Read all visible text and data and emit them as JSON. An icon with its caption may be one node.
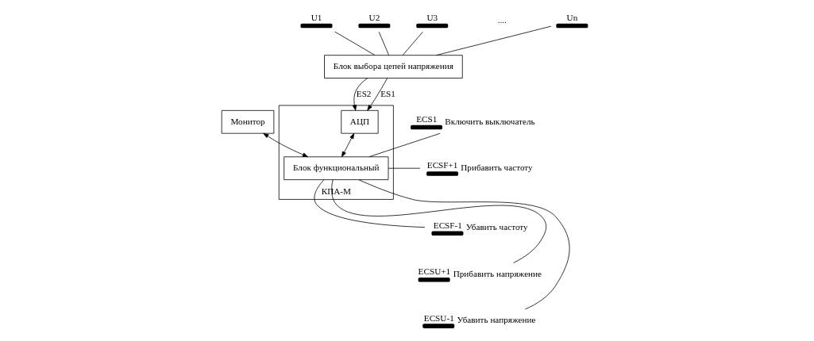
{
  "diagram": {
    "nodes": [
      {
        "text": [
          "U1"
        ]
      },
      {
        "text": [
          "U2"
        ]
      },
      {
        "text": [
          "U3"
        ]
      },
      {
        "text": [
          "Un"
        ]
      },
      {
        "text": [
          "Блок выбора цепей напряжения"
        ]
      },
      {
        "text": [
          "Монитор"
        ]
      },
      {
        "text": [
          "КПА-М"
        ]
      },
      {
        "text": [
          "АЦП"
        ],
        "in": 6
      },
      {
        "text": [
          "Блок функциональный"
        ],
        "in": 6
      },
      {
        "text": [
          "ECS1"
        ],
        "beside": [
          "Включить выключатель"
        ]
      },
      {
        "text": [
          "ECSF+1"
        ],
        "beside": [
          "Прибавить частоту"
        ]
      },
      {
        "text": [
          "ECSF-1"
        ],
        "beside": [
          "Убавить частоту"
        ]
      },
      {
        "text": [
          "ECSU+1"
        ],
        "beside": [
          "Прибавить напряжение"
        ]
      },
      {
        "text": [
          "ECSU-1"
        ],
        "beside": [
          "Убавить напряжение"
        ]
      }
    ],
    "edges": [
      {
        "from": 0,
        "to": 4,
        "arrow": "none"
      },
      {
        "from": 1,
        "to": 4,
        "arrow": "none"
      },
      {
        "from": 2,
        "to": 4,
        "arrow": "none"
      },
      {
        "from": 3,
        "to": 4,
        "arrow": "none"
      },
      {
        "from": 4,
        "to": 7,
        "arrow": "to",
        "label": "ES1"
      },
      {
        "from": 4,
        "to": 7,
        "arrow": "to",
        "label": "ES2"
      },
      {
        "from": 5,
        "to": 8,
        "arrow": "both"
      },
      {
        "from": 7,
        "to": 8,
        "arrow": "both"
      },
      {
        "from": 8,
        "to": 9,
        "arrow": "none"
      },
      {
        "from": 8,
        "to": 10,
        "arrow": "none"
      },
      {
        "from": 8,
        "to": 11,
        "arrow": "none"
      },
      {
        "from": 8,
        "to": 12,
        "arrow": "none"
      },
      {
        "from": 8,
        "to": 13,
        "arrow": "none"
      }
    ],
    "labels": [
      "...."
    ]
  }
}
